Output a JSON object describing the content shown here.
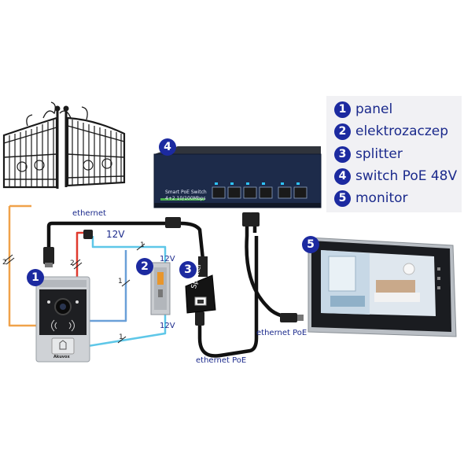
{
  "legend": {
    "items": [
      {
        "num": "1",
        "label": "panel"
      },
      {
        "num": "2",
        "label": "elektrozaczep"
      },
      {
        "num": "3",
        "label": "splitter"
      },
      {
        "num": "4",
        "label": "switch PoE 48V"
      },
      {
        "num": "5",
        "label": "monitor"
      }
    ]
  },
  "badges": {
    "panel": "1",
    "lock": "2",
    "splitter": "3",
    "switch": "4",
    "monitor": "5"
  },
  "labels": {
    "ethernet": "ethernet",
    "voltage_main": "12V",
    "voltage_lock_top": "12V",
    "voltage_lock_bottom": "12V",
    "ethernet_poe_left": "ethernet PoE",
    "ethernet_poe_right": "ethernet PoE",
    "wire_count_a": "2",
    "wire_count_b": "2",
    "wire_count_c": "1",
    "wire_count_d": "1",
    "wire_count_e": "1"
  },
  "devices": {
    "switch_title": "Smart PoE Switch",
    "switch_subtitle": "4+2 10/100Mbps",
    "splitter_text": "Splitter",
    "panel_brand": "Akuvox"
  },
  "colors": {
    "accent": "#1c2aa0",
    "orange_wire": "#f0a24a",
    "red_wire": "#e03a2e",
    "blue_wire": "#6aa0d8",
    "cyan_wire": "#5ec7e8",
    "black_cable": "#111111"
  }
}
